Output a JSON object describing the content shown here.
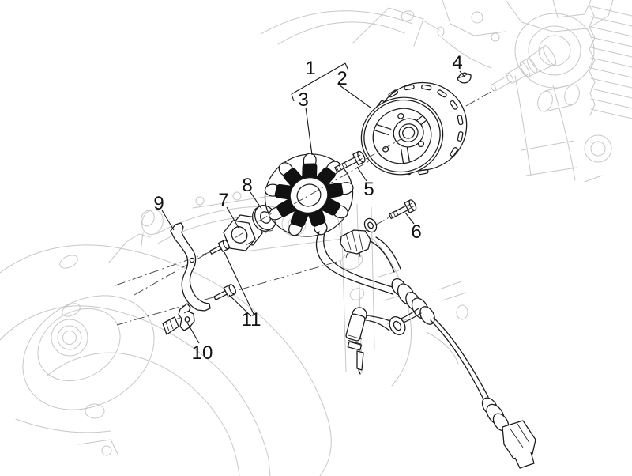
{
  "diagram": {
    "type": "exploded-parts-diagram",
    "subject": "engine flywheel magneto assembly",
    "colors": {
      "background": "#ffffff",
      "ink": "#1c1c1c",
      "faded_engine": "#c7c7c7"
    },
    "callouts": [
      {
        "label": "1",
        "part": "magneto-assembly-group"
      },
      {
        "label": "2",
        "part": "flywheel-rotor"
      },
      {
        "label": "3",
        "part": "stator"
      },
      {
        "label": "4",
        "part": "woodruff-key"
      },
      {
        "label": "5",
        "part": "bolt-long"
      },
      {
        "label": "6",
        "part": "bolt-short"
      },
      {
        "label": "7",
        "part": "hex-spacer-nut"
      },
      {
        "label": "8",
        "part": "washer"
      },
      {
        "label": "9",
        "part": "cable-guide-bracket"
      },
      {
        "label": "10",
        "part": "cable-clamp"
      },
      {
        "label": "11",
        "part": "clamp-screws"
      }
    ]
  }
}
